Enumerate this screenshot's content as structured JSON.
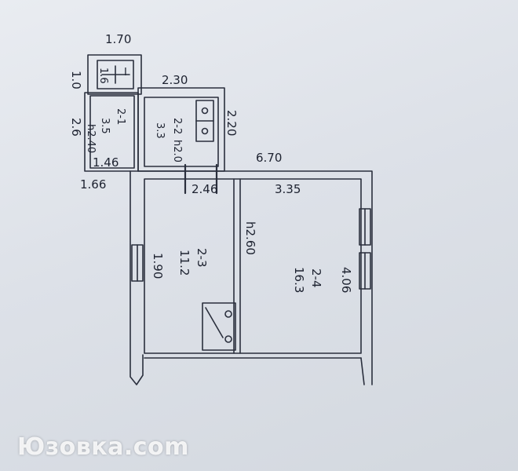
{
  "plan": {
    "dimensions": {
      "top_annex_width": "1.70",
      "annex_side": "1.0",
      "kitchen_top": "2.30",
      "kitchen_right": "2.20",
      "overall_width": "6.70",
      "left_annex_side": "2.6",
      "annex_bottom": "1.46",
      "annex_base": "1.66",
      "room3_top": "2.46",
      "room4_top": "3.35",
      "left_wall": "1.90",
      "ceiling_height": "h2.60",
      "right_wall": "4.06",
      "height_left": "h2.40",
      "height_kitchen": "h2.0"
    },
    "rooms": [
      {
        "id": "2-1",
        "area": "3.5"
      },
      {
        "id": "2-2",
        "area": "3.3"
      },
      {
        "id": "2-3",
        "area": "11.2"
      },
      {
        "id": "2-4",
        "area": "16.3"
      }
    ],
    "wc": {
      "id": "I",
      "area": "1.6"
    }
  },
  "watermark": "Юзовка.com"
}
